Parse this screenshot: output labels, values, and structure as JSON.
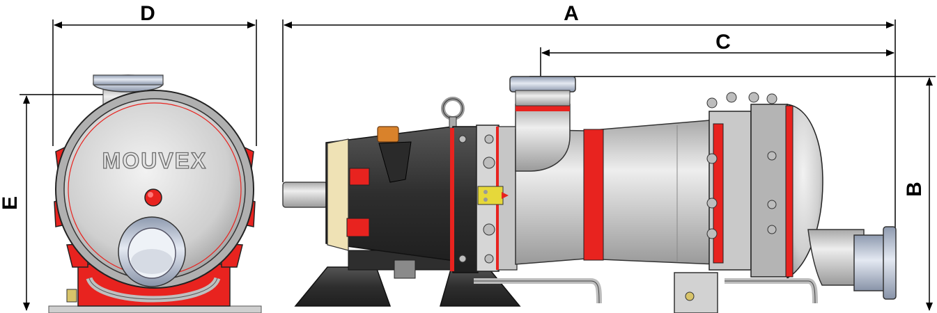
{
  "brand": {
    "logo_text": "MOUVEX"
  },
  "dimensions": {
    "A": "A",
    "B": "B",
    "C": "C",
    "D": "D",
    "E": "E"
  },
  "colors": {
    "accent_red": "#e8231f",
    "body_gray": "#d4d4d4",
    "dark_gray": "#3a3a3a",
    "chrome": "#b9c3d6",
    "brass": "#d8c46a",
    "yellow_tag": "#e6d83a",
    "orange_cap": "#d9822b"
  }
}
